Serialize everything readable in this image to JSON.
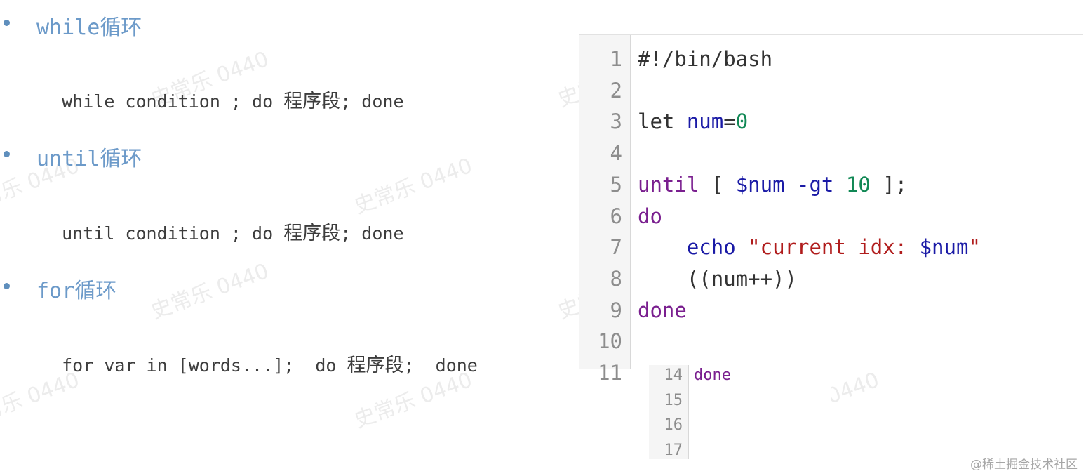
{
  "watermark_text": "史常乐 0440",
  "loops": [
    {
      "keyword": "while",
      "title_cn": "循环",
      "syntax_pre": "while condition ; do ",
      "syntax_cn": "程序段",
      "syntax_post": "; done"
    },
    {
      "keyword": "until",
      "title_cn": "循环",
      "syntax_pre": "until condition ; do ",
      "syntax_cn": "程序段",
      "syntax_post": "; done"
    },
    {
      "keyword": "for",
      "title_cn": "循环",
      "syntax_pre": "for var in [words...];  do ",
      "syntax_cn": "程序段",
      "syntax_post": ";  done"
    }
  ],
  "editor": {
    "lines": [
      {
        "n": "1",
        "tokens": [
          {
            "t": "#!/bin/bash",
            "c": "#333333"
          }
        ]
      },
      {
        "n": "2",
        "tokens": []
      },
      {
        "n": "3",
        "tokens": [
          {
            "t": "let ",
            "c": "#333333"
          },
          {
            "t": "num",
            "c": "#1a1aa6"
          },
          {
            "t": "=",
            "c": "#333333"
          },
          {
            "t": "0",
            "c": "#118855"
          }
        ]
      },
      {
        "n": "4",
        "tokens": []
      },
      {
        "n": "5",
        "tokens": [
          {
            "t": "until",
            "c": "#7a1f8f"
          },
          {
            "t": " [ ",
            "c": "#333333"
          },
          {
            "t": "$num",
            "c": "#1a1aa6"
          },
          {
            "t": " ",
            "c": "#333333"
          },
          {
            "t": "-gt",
            "c": "#1a1aa6"
          },
          {
            "t": " ",
            "c": "#333333"
          },
          {
            "t": "10",
            "c": "#118855"
          },
          {
            "t": " ];",
            "c": "#333333"
          }
        ]
      },
      {
        "n": "6",
        "tokens": [
          {
            "t": "do",
            "c": "#7a1f8f"
          }
        ]
      },
      {
        "n": "7",
        "tokens": [
          {
            "t": "    ",
            "c": "#333333"
          },
          {
            "t": "echo",
            "c": "#1a1aa6"
          },
          {
            "t": " ",
            "c": "#333333"
          },
          {
            "t": "\"current idx: ",
            "c": "#b01c1c"
          },
          {
            "t": "$num",
            "c": "#1a1aa6"
          },
          {
            "t": "\"",
            "c": "#b01c1c"
          }
        ]
      },
      {
        "n": "8",
        "tokens": [
          {
            "t": "    ((num++))",
            "c": "#333333"
          }
        ]
      },
      {
        "n": "9",
        "tokens": [
          {
            "t": "done",
            "c": "#7a1f8f"
          }
        ]
      },
      {
        "n": "10",
        "tokens": []
      },
      {
        "n": "11",
        "tokens": []
      }
    ]
  },
  "snippet": {
    "lines": [
      {
        "n": "14",
        "tokens": [
          {
            "t": "done",
            "c": "#7a1f8f"
          }
        ]
      },
      {
        "n": "15",
        "tokens": []
      },
      {
        "n": "16",
        "tokens": []
      },
      {
        "n": "17",
        "tokens": []
      }
    ]
  },
  "credit": "@稀土掘金技术社区"
}
